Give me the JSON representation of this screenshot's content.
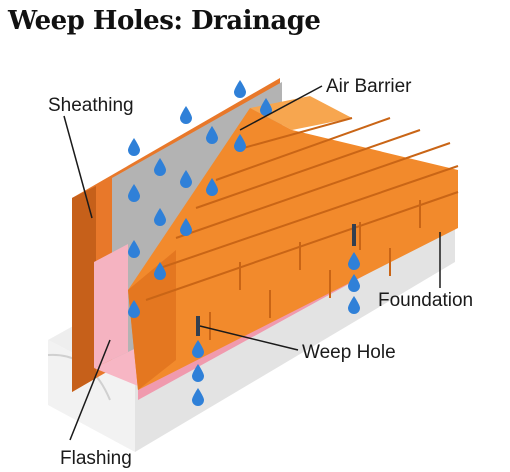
{
  "title": "Weep Holes: Drainage",
  "labels": {
    "sheathing": "Sheathing",
    "air_barrier": "Air Barrier",
    "foundation": "Foundation",
    "weep_hole": "Weep Hole",
    "flashing": "Flashing"
  },
  "colors": {
    "brick_front": "#f28a2c",
    "brick_top": "#f7a64f",
    "brick_side": "#d9701d",
    "sheathing_face": "#e8782a",
    "sheathing_edge": "#c6601a",
    "air_barrier": "#adadad",
    "flashing": "#f7b6c4",
    "foundation": "#ececec",
    "foundation_side": "#d9d9d9",
    "water": "#2f80d8",
    "weep_hole": "#333f4f"
  }
}
